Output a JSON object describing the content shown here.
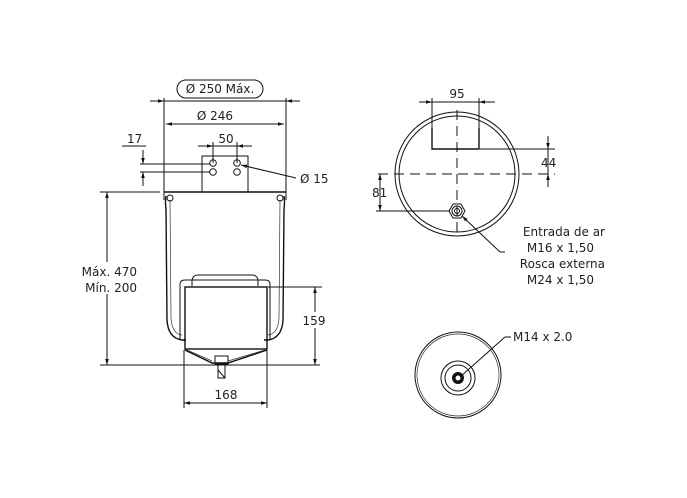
{
  "side_view": {
    "max_diameter_label": "Ø 250 Máx.",
    "diameter_label": "Ø 246",
    "hole_spacing_label": "50",
    "hole_offset_label": "17",
    "hole_diameter_label": "Ø 15",
    "height_max_label": "Máx. 470",
    "height_min_label": "Mín. 200",
    "piston_height_label": "159",
    "piston_width_label": "168"
  },
  "top_view": {
    "bracket_width_label": "95",
    "bracket_offset_label": "44",
    "inlet_offset_label": "81",
    "inlet_note": [
      "Entrada de ar",
      "M16 x 1,50",
      "Rosca externa",
      "M24 x 1,50"
    ]
  },
  "bottom_view": {
    "thread_label": "M14 x 2.0"
  }
}
